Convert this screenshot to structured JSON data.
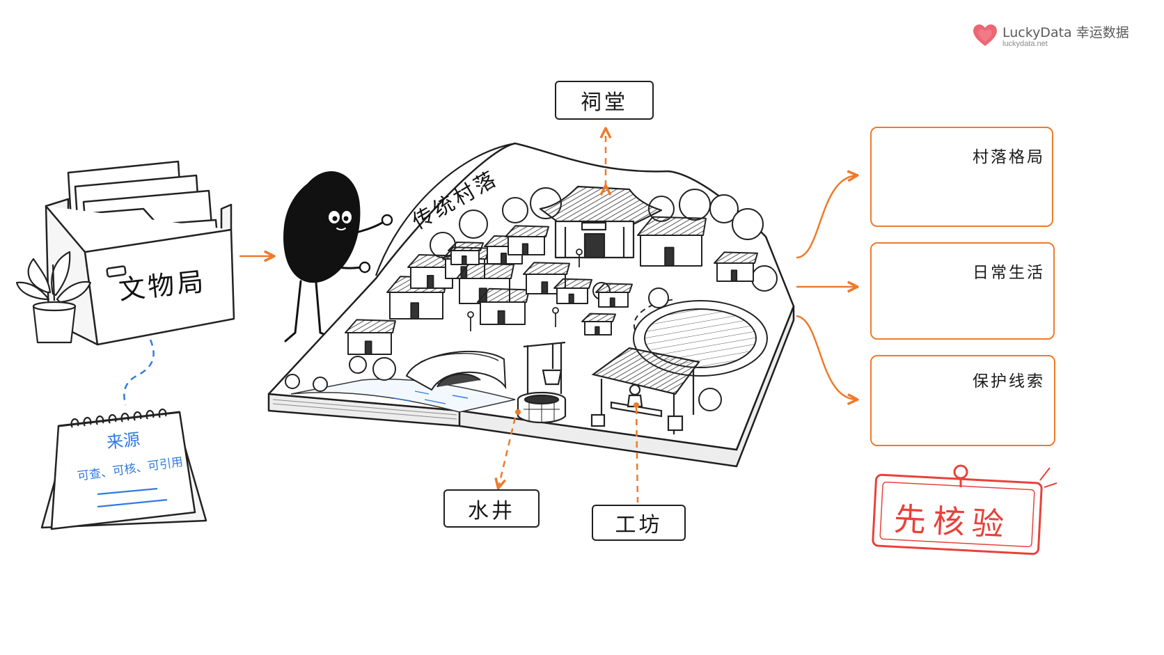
{
  "brand": {
    "name": "LuckyData 幸运数据",
    "url": "luckydata.net",
    "color": "#e94b5a"
  },
  "source": {
    "folder_label": "文物局",
    "calendar_title": "来源",
    "calendar_note": "可查、可核、可引用"
  },
  "center": {
    "banner": "传统村落"
  },
  "callouts": {
    "ancestral_hall": "祠堂",
    "well": "水井",
    "workshop": "工坊"
  },
  "outputs": [
    {
      "title": "村落格局",
      "icon": "map-icon"
    },
    {
      "title": "日常生活",
      "icon": "person-at-table-icon"
    },
    {
      "title": "保护线索",
      "icon": "document-shield-icon"
    }
  ],
  "stamp": {
    "text": "先核验"
  },
  "colors": {
    "accent_orange": "#ee7a2a",
    "accent_blue": "#2f7be0",
    "stamp_red": "#e8413a",
    "ink": "#1a1a1a"
  }
}
